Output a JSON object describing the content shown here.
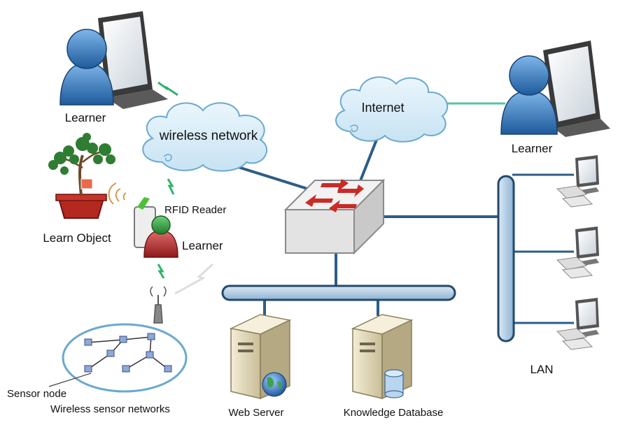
{
  "labels": {
    "learner_top_left": "Learner",
    "learner_right": "Learner",
    "learner_rfid": "Learner",
    "wireless_network": "wireless network",
    "internet": "Internet",
    "rfid_reader": "RFID Reader",
    "learn_object": "Learn Object",
    "lan": "LAN",
    "web_server": "Web Server",
    "knowledge_database": "Knowledge Database",
    "sensor_node": "Sensor node",
    "wireless_sensor_networks": "Wireless sensor networks"
  },
  "colors": {
    "cloud_fill": "#d7ecf7",
    "cloud_stroke": "#6aa9cf",
    "link": "#2d5d86",
    "bus_fill": "#b9d4ea",
    "bus_stroke": "#24496b",
    "internet_link": "#56c6a0",
    "person_blue": "#2f6fb2",
    "person_red": "#b52d2d",
    "person_green": "#2b8b36",
    "switch_arrow": "#cc2a26"
  },
  "icons": [
    "laptop-icon",
    "person-icon",
    "cloud-icon",
    "switch-icon",
    "server-icon",
    "globe-icon",
    "database-icon",
    "desktop-computer-icon",
    "plant-icon",
    "rfid-reader-icon",
    "antenna-icon",
    "lightning-icon",
    "sensor-node-icon"
  ]
}
